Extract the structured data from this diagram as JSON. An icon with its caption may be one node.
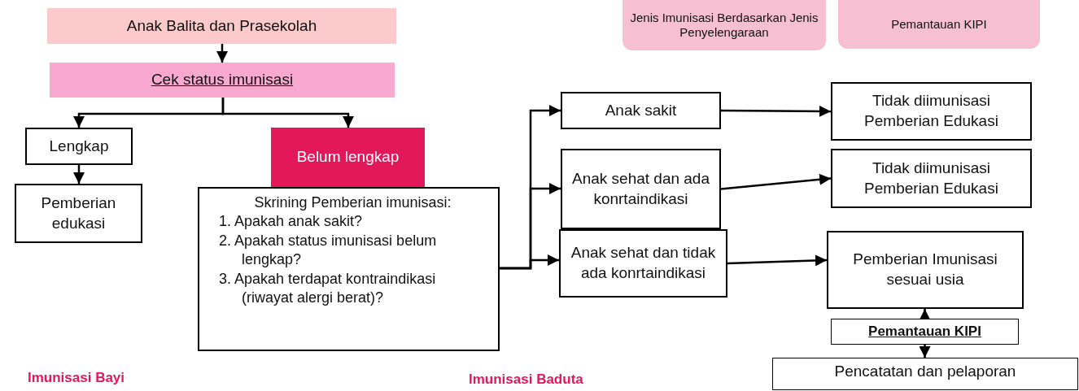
{
  "diagram": {
    "nodes": [
      {
        "text": [
          "Anak Balita dan Prasekolah"
        ]
      },
      {
        "text": [
          "Cek status imunisasi"
        ]
      },
      {
        "text": [
          "Lengkap"
        ]
      },
      {
        "text": [
          "Belum lengkap"
        ]
      },
      {
        "text": [
          "Pemberian edukasi"
        ]
      },
      {
        "text": [
          "Skrining Pemberian imunisasi:",
          "1. Apakah anak sakit?",
          "2. Apakah status imunisasi belum lengkap?",
          "3. Apakah terdapat kontraindikasi (riwayat alergi berat)?"
        ]
      },
      {
        "text": [
          "Anak sakit"
        ]
      },
      {
        "text": [
          "Anak sehat dan ada konrtaindikasi"
        ]
      },
      {
        "text": [
          "Anak sehat dan tidak ada konrtaindikasi"
        ]
      },
      {
        "text": [
          "Tidak diimunisasi Pemberian Edukasi"
        ]
      },
      {
        "text": [
          "Tidak diimunisasi Pemberian Edukasi"
        ]
      },
      {
        "text": [
          "Pemberian Imunisasi sesuai usia"
        ]
      },
      {
        "text": [
          "Pemantauan KIPI"
        ]
      },
      {
        "text": [
          "Pencatatan dan pelaporan"
        ]
      },
      {
        "text": [
          "Jenis Imunisasi Berdasarkan Jenis Penyelengaraan"
        ]
      },
      {
        "text": [
          "Pemantauan KIPI"
        ]
      }
    ],
    "edges": [
      {
        "from": 0,
        "to": 1,
        "arrow": "to"
      },
      {
        "from": 1,
        "to": 2,
        "arrow": "to"
      },
      {
        "from": 1,
        "to": 3,
        "arrow": "to"
      },
      {
        "from": 2,
        "to": 4,
        "arrow": "to"
      },
      {
        "from": 5,
        "to": 6,
        "arrow": "to"
      },
      {
        "from": 5,
        "to": 7,
        "arrow": "to"
      },
      {
        "from": 5,
        "to": 8,
        "arrow": "to"
      },
      {
        "from": 6,
        "to": 9,
        "arrow": "to"
      },
      {
        "from": 7,
        "to": 10,
        "arrow": "to"
      },
      {
        "from": 8,
        "to": 11,
        "arrow": "to"
      },
      {
        "from": 12,
        "to": 11,
        "arrow": "to"
      },
      {
        "from": 12,
        "to": 13,
        "arrow": "to"
      }
    ],
    "labels": [
      "Imunisasi Bayi",
      "Imunisasi Baduta"
    ]
  }
}
